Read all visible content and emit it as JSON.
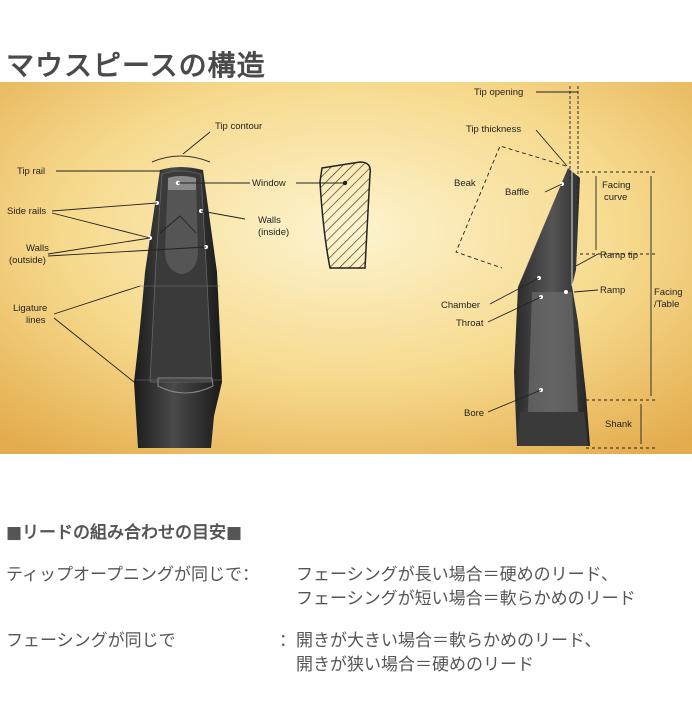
{
  "page_title": "マウスピースの構造",
  "front_labels": {
    "tip_contour": "Tip contour",
    "tip_rail": "Tip rail",
    "window": "Window",
    "side_rails": "Side rails",
    "walls_inside_1": "Walls",
    "walls_inside_2": "(inside)",
    "walls_outside_1": "Walls",
    "walls_outside_2": "(outside)",
    "ligature_1": "Ligature",
    "ligature_2": "lines"
  },
  "side_labels": {
    "tip_opening": "Tip opening",
    "tip_thickness": "Tip thickness",
    "beak": "Beak",
    "baffle": "Baffle",
    "facing_curve_1": "Facing",
    "facing_curve_2": "curve",
    "ramp_tip": "Ramp tip",
    "ramp": "Ramp",
    "chamber": "Chamber",
    "throat": "Throat",
    "facing_table_1": "Facing",
    "facing_table_2": "/Table",
    "bore": "Bore",
    "shank": "Shank"
  },
  "guide": {
    "heading": "■リードの組み合わせの目安■",
    "rows": [
      {
        "condition": "ティップオープニングが同じで：",
        "line1": "フェーシングが長い場合＝硬めのリード、",
        "line2": "フェーシングが短い場合＝軟らかめのリード"
      },
      {
        "condition": "フェーシングが同じで",
        "colon": "：",
        "line1": "開きが大きい場合＝軟らかめのリード、",
        "line2": "開きが狭い場合＝硬めのリード"
      }
    ]
  },
  "colors": {
    "background_light": "#fdf2c8",
    "background_dark": "#e8b65a",
    "mouthpiece": "#2b2b2b"
  }
}
